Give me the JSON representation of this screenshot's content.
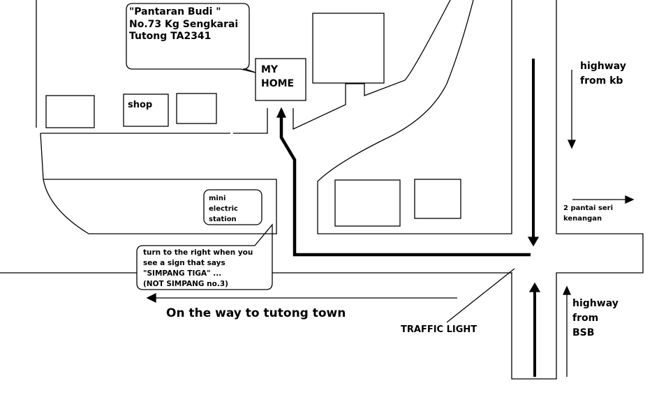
{
  "address_bubble": {
    "line1": "\"Pantaran Budi \"",
    "line2": "No.73 Kg Sengkarai",
    "line3": "Tutong TA2341"
  },
  "home": {
    "line1": "MY",
    "line2": "HOME"
  },
  "shop_label": "shop",
  "mini_station": {
    "line1": "mini",
    "line2": "electric",
    "line3": "station"
  },
  "direction_bubble": {
    "line1": "turn to the right when you",
    "line2": "see a sign that says",
    "line3": "\"SIMPANG TIGA\" ...",
    "line4": "(NOT SIMPANG no.3)"
  },
  "tutong_label": "On the way to tutong town",
  "traffic_light_label": "TRAFFIC LIGHT",
  "highway_kb": {
    "line1": "highway",
    "line2": "from kb"
  },
  "pantai": {
    "line1": "2 pantai seri",
    "line2": "kenangan"
  },
  "highway_bsb": {
    "line1": "highway",
    "line2": "from",
    "line3": "BSB"
  }
}
